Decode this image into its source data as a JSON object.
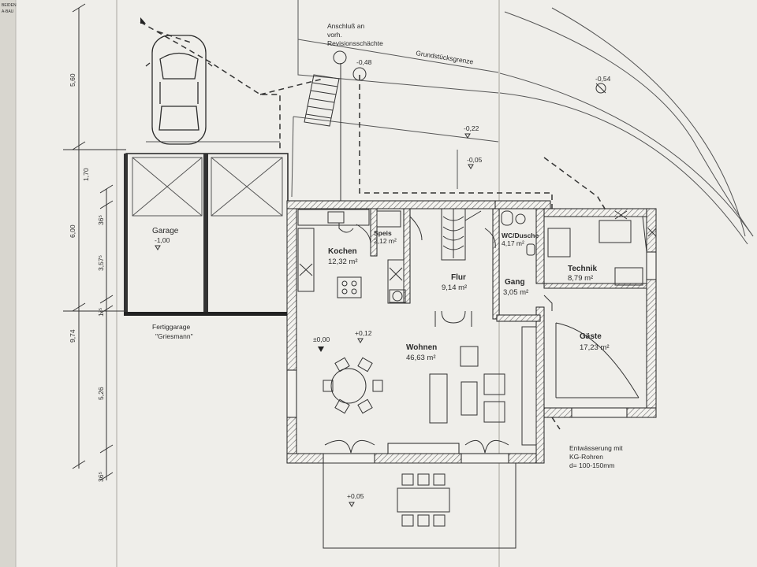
{
  "corner_stamp": [
    "BEIDEN",
    "A-BAU"
  ],
  "notes": {
    "connection": [
      "Anschluß an",
      "vorh.",
      "Revisionsschächte"
    ],
    "boundary": "Grundstücksgrenze",
    "garage_type": [
      "Fertiggarage",
      "\"Griesmann\""
    ],
    "drainage": [
      "Entwässerung mit",
      "KG-Rohren",
      "d= 100-150mm"
    ]
  },
  "rooms": {
    "garage": {
      "name": "Garage",
      "area": "-1,00"
    },
    "kochen": {
      "name": "Kochen",
      "area": "12,32 m²"
    },
    "speis": {
      "name": "Speis",
      "area": "2,12 m²"
    },
    "flur": {
      "name": "Flur",
      "area": "9,14 m²"
    },
    "wc": {
      "name": "WC/Dusche",
      "area": "4,17 m²"
    },
    "gang": {
      "name": "Gang",
      "area": "3,05 m²"
    },
    "technik": {
      "name": "Technik",
      "area": "8,79 m²"
    },
    "gaeste": {
      "name": "Gäste",
      "area": "17,23 m²"
    },
    "wohnen": {
      "name": "Wohnen",
      "area": "46,63 m²"
    }
  },
  "levels": {
    "lvl_048": "-0,48",
    "lvl_054": "-0,54",
    "lvl_022": "-0,22",
    "lvl_005": "-0,05",
    "lvl_000": "±0,00",
    "lvl_012": "+0,12",
    "lvl_terrace": "+0,05"
  },
  "dimensions": {
    "outer": [
      "5,60",
      "6,00",
      "9,74"
    ],
    "inner": [
      "1,70",
      "36⁵",
      "3,57⁵",
      "1⁷⁵",
      "5,26",
      "36⁵"
    ]
  }
}
